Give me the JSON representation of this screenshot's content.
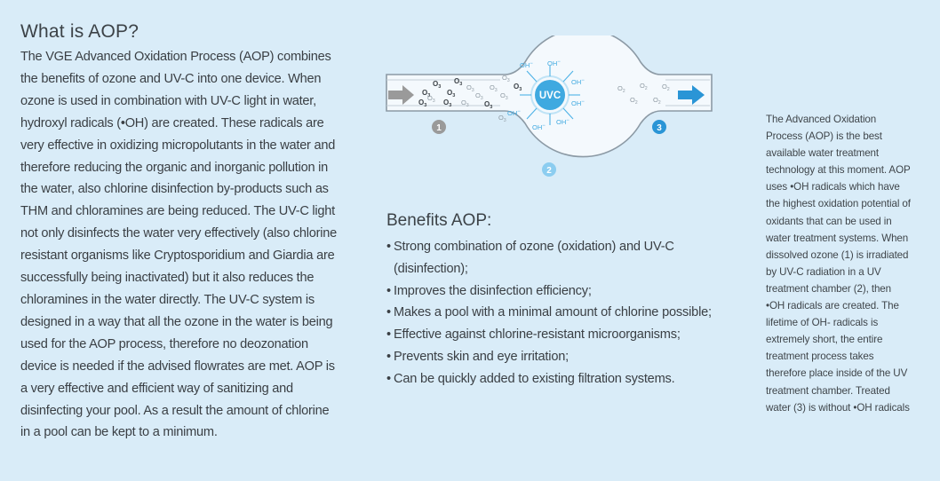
{
  "left": {
    "title": "What is AOP?",
    "body": "The VGE Advanced Oxidation Process (AOP) combines the benefits of ozone and UV-C into one device. When ozone is used in combination with UV-C light in water, hydroxyl radicals (•OH) are created. These radicals are very effective in oxidizing micropolutants in the water and therefore reducing the organic and inorganic pollution in the water, also chlorine disinfection by-products such as THM and chloramines are being reduced. The UV-C light not only disinfects the water very effectively (also chlorine resistant organisms like Cryptosporidium and Giardia are successfully being inactivated) but it also reduces the chloramines in the water directly. The UV-C system is designed in a way that all the ozone in the water is being used for the AOP process, therefore no deozonation device is needed if the advised flowrates are met. AOP is a very effective and efficient way of sanitizing and disinfecting your pool. As a result the amount of chlorine in a pool can be kept to a minimum."
  },
  "diagram": {
    "uvc_label": "UVC",
    "step1": "1",
    "step2": "2",
    "step3": "3",
    "ozone_label": "O",
    "ozone_sub": "3",
    "oxygen_label": "O",
    "oxygen_sub": "2",
    "radical_label": "OH",
    "radical_sup": "−",
    "colors": {
      "pipe": "#f4f9fd",
      "pipe_edge": "#8c9aa5",
      "uvc": "#3fa9e0",
      "gray_arrow": "#9a9a9a",
      "blue_arrow": "#2a95d6",
      "step2_circle": "#8ccdf0"
    }
  },
  "benefits": {
    "title": "Benefits AOP:",
    "bullet": "•",
    "items": [
      "Strong combination of ozone (oxidation) and UV-C (disinfection);",
      "Improves the disinfection efficiency;",
      "Makes a pool with a minimal amount of chlorine possible;",
      "Effective against chlorine-resistant microorganisms;",
      "Prevents skin and eye irritation;",
      "Can be quickly added to existing filtration systems."
    ]
  },
  "right": {
    "body": "The Advanced Oxidation Process (AOP) is the best available water treatment technology at this moment. AOP uses •OH radicals which have the highest oxidation potential of oxidants that can be used in water treatment systems. When dissolved ozone (1) is irradiated by UV-C radiation in a UV treatment chamber (2), then •OH radicals are created. The lifetime of OH- radicals is extremely short, the entire treatment process takes therefore place inside of the UV treatment chamber. Treated water (3) is without •OH radicals"
  }
}
